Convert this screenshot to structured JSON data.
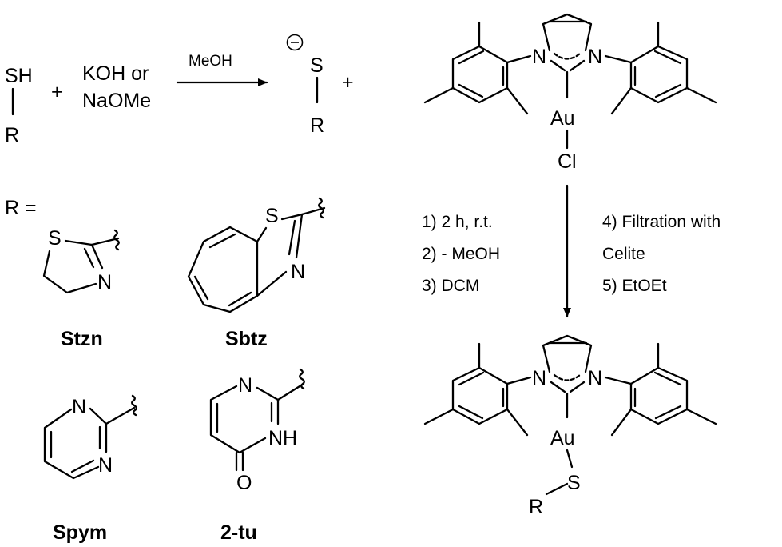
{
  "thiol": {
    "sh": "SH",
    "r": "R"
  },
  "plus": "+",
  "base": {
    "line1": "KOH or",
    "line2": "NaOMe"
  },
  "solvent": "MeOH",
  "thiolate": {
    "charge": "⊖",
    "s": "S",
    "r": "R"
  },
  "au_complex": {
    "n": "N",
    "au": "Au",
    "cl": "Cl"
  },
  "product": {
    "n": "N",
    "au": "Au",
    "s": "S",
    "r": "R"
  },
  "r_legend": "R =",
  "atoms": {
    "s": "S",
    "n": "N",
    "nh": "NH",
    "o": "O"
  },
  "conditions": {
    "left": [
      "1) 2 h, r.t.",
      "2) - MeOH",
      "3) DCM"
    ],
    "right": [
      "4) Filtration with",
      "Celite",
      "5) EtOEt"
    ]
  },
  "ligands": [
    {
      "name": "Stzn"
    },
    {
      "name": "Sbtz"
    },
    {
      "name": "Spym"
    },
    {
      "name": "2-tu"
    }
  ]
}
